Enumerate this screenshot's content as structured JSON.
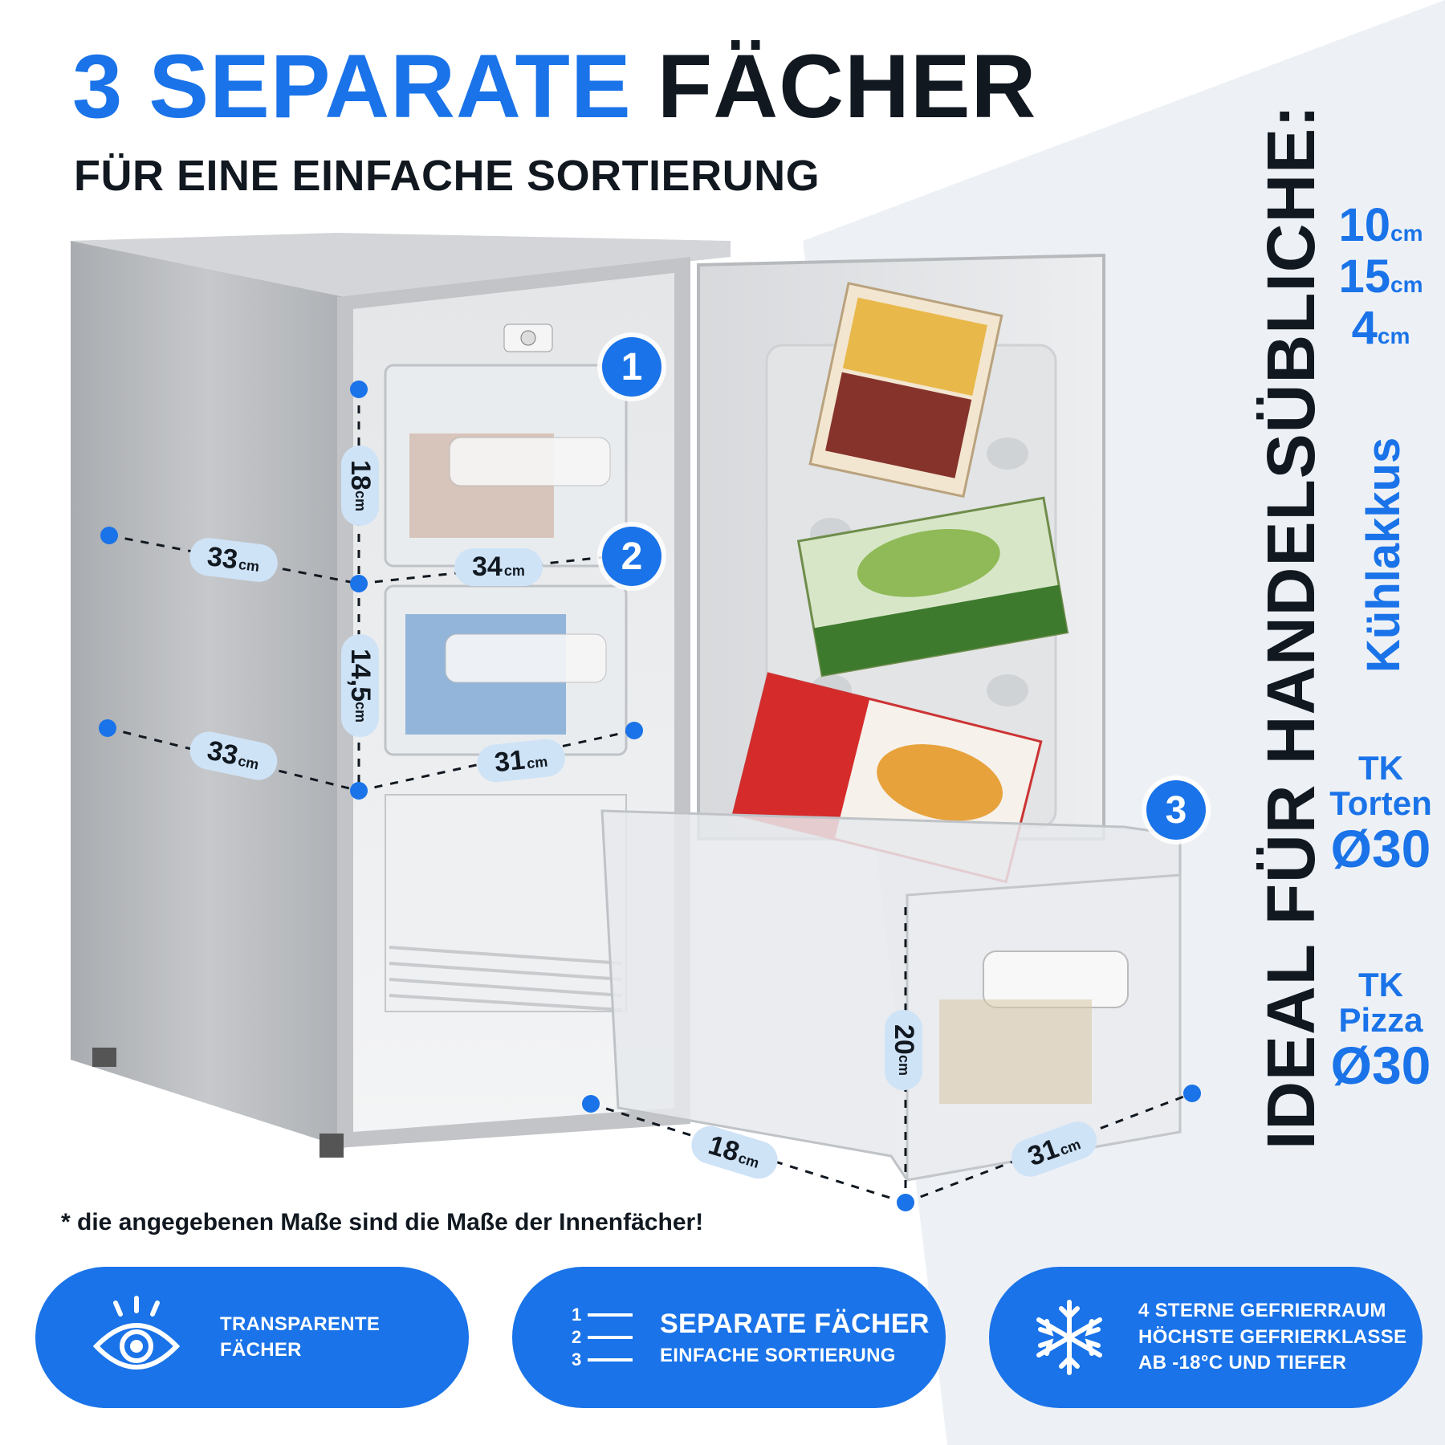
{
  "title": {
    "part1": "3 SEPARATE",
    "part2": "FÄCHER"
  },
  "subtitle": "FÜR EINE EINFACHE SORTIERUNG",
  "markers": [
    "1",
    "2",
    "3"
  ],
  "dimensions": {
    "drawer1_height": {
      "value": "18",
      "unit": "cm"
    },
    "drawer1_width": {
      "value": "34",
      "unit": "cm"
    },
    "drawer1_depth": {
      "value": "33",
      "unit": "cm"
    },
    "drawer2_height": {
      "value": "14,5",
      "unit": "cm"
    },
    "drawer2_width": {
      "value": "31",
      "unit": "cm"
    },
    "drawer2_depth": {
      "value": "33",
      "unit": "cm"
    },
    "drawer3_height": {
      "value": "20",
      "unit": "cm"
    },
    "drawer3_depth": {
      "value": "18",
      "unit": "cm"
    },
    "drawer3_width": {
      "value": "31",
      "unit": "cm"
    }
  },
  "side": {
    "heading": "IDEAL FÜR HANDELSÜBLICHE:",
    "sizes": [
      {
        "value": "10",
        "unit": "cm"
      },
      {
        "value": "15",
        "unit": "cm"
      },
      {
        "value": "4",
        "unit": "cm"
      }
    ],
    "kuehlakku": "Kühlakkus",
    "torten": {
      "line1": "TK",
      "line2": "Torten",
      "line3": "Ø30"
    },
    "pizza": {
      "line1": "TK",
      "line2": "Pizza",
      "line3": "Ø30"
    }
  },
  "footnote": "* die angegebenen Maße sind die Maße der Innenfächer!",
  "features": [
    {
      "icon": "eye-icon",
      "line1": "TRANSPARENTE",
      "line2": "FÄCHER"
    },
    {
      "icon": "numbered-list-icon",
      "line1": "SEPARATE FÄCHER",
      "line2": "EINFACHE SORTIERUNG",
      "list_numbers": [
        "1",
        "2",
        "3"
      ]
    },
    {
      "icon": "snowflake-icon",
      "line1": "4 STERNE GEFRIERRAUM",
      "line2": "HÖCHSTE GEFRIERKLASSE",
      "line3": "AB -18°C UND TIEFER"
    }
  ],
  "colors": {
    "accent": "#1a73e8",
    "dark": "#111820",
    "label_bg": "#cfe3f7",
    "steel": "#b9bcc0"
  }
}
